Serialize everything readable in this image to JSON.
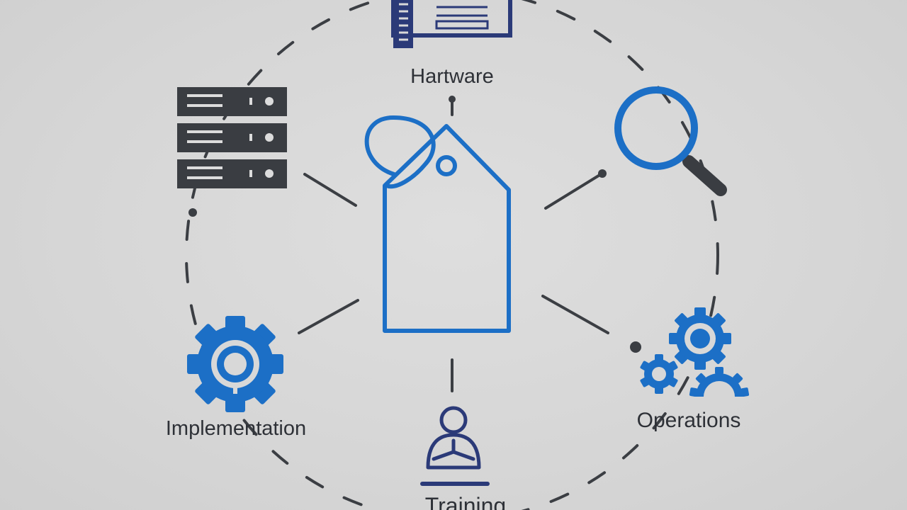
{
  "diagram": {
    "labels": {
      "hardware": "Hartware",
      "implementation": "Implementation",
      "operations": "Operations",
      "training": "Training"
    },
    "icons": {
      "center": "tag-icon",
      "top": "monitor-window-icon",
      "top_left": "server-rack-icon",
      "top_right": "magnifier-icon",
      "bottom_left": "gear-icon",
      "bottom_right": "gears-cluster-icon",
      "bottom": "person-at-desk-icon"
    },
    "colors": {
      "accent": "#1c6fc6",
      "dark": "#3a3d42",
      "navy": "#2b3a78",
      "background": "#d8d8d8"
    }
  }
}
